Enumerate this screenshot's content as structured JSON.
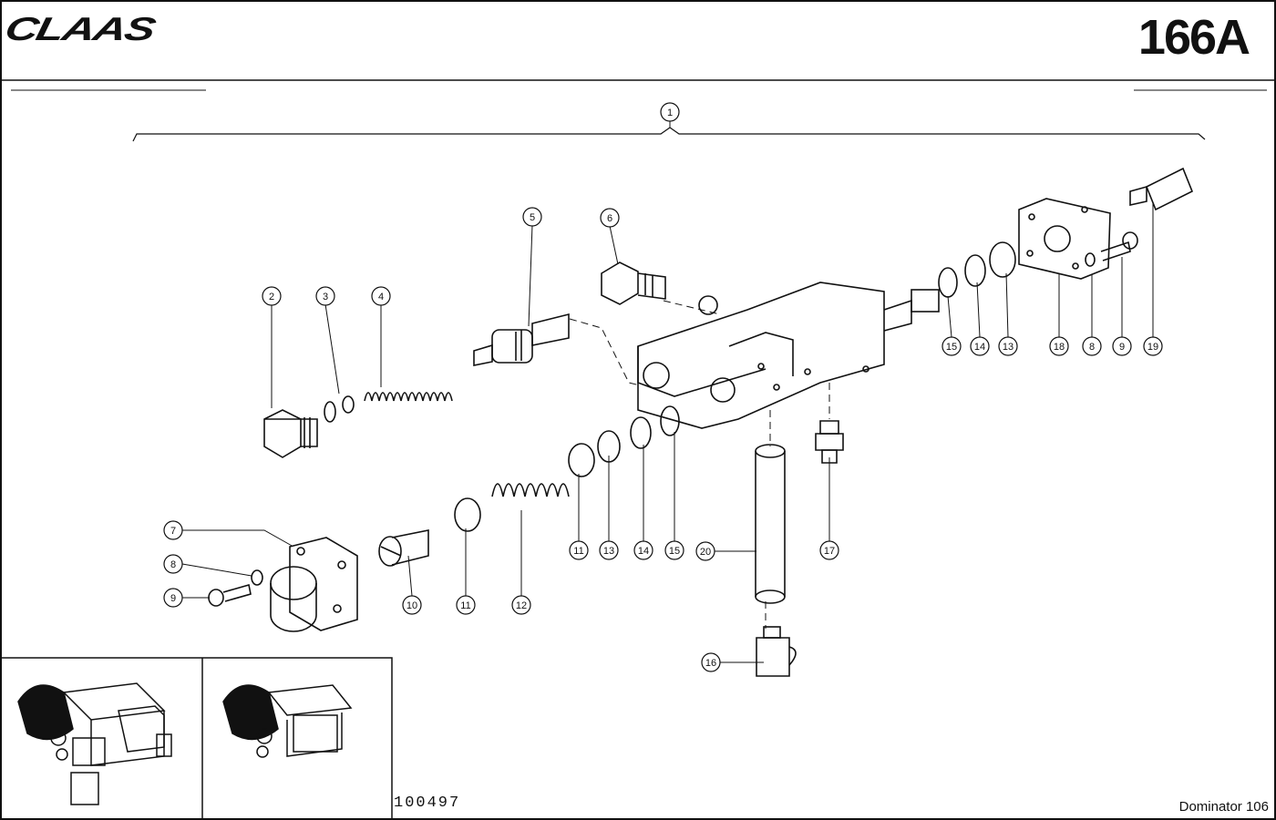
{
  "header": {
    "brand": "CLAAS",
    "page_number": "166A"
  },
  "footer": {
    "drawing_number": "100497",
    "model": "Dominator 106"
  },
  "callouts": {
    "c1": "1",
    "c2": "2",
    "c3": "3",
    "c4": "4",
    "c5": "5",
    "c6": "6",
    "c7": "7",
    "c8a": "8",
    "c9a": "9",
    "c10": "10",
    "c11a": "11",
    "c12": "12",
    "c11b": "11",
    "c13a": "13",
    "c14a": "14",
    "c15a": "15",
    "c20": "20",
    "c17": "17",
    "c16": "16",
    "c15b": "15",
    "c14b": "14",
    "c13b": "13",
    "c18": "18",
    "c8b": "8",
    "c9b": "9",
    "c19": "19"
  }
}
